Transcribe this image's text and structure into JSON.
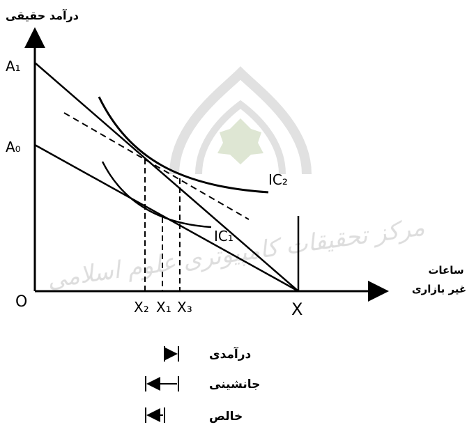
{
  "axes": {
    "y_title": "درآمد حقیقی",
    "x_title_line1": "ساعات",
    "x_title_line2": "غیر بازاری",
    "origin": "O",
    "x_end": "X"
  },
  "y_ticks": [
    "A₁",
    "A₀"
  ],
  "x_ticks": [
    "X₂",
    "X₁",
    "X₃"
  ],
  "curves": {
    "ic_upper": "IC₂",
    "ic_lower": "IC₁"
  },
  "legend": [
    {
      "label": "درآمدی",
      "arrow": "right"
    },
    {
      "label": "جانشینی",
      "arrow": "left"
    },
    {
      "label": "خالص",
      "arrow": "left"
    }
  ],
  "watermark": "مرکز تحقیقات کامپیوتری علوم اسلامی"
}
